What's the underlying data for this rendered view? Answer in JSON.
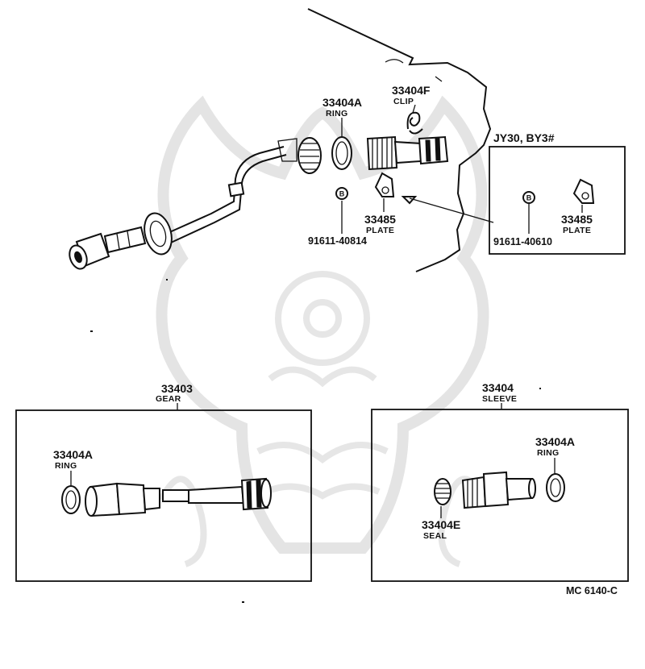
{
  "variant_box": {
    "title": "JY30, BY3#"
  },
  "parts": {
    "ring_top": {
      "number": "33404A",
      "name": "RING"
    },
    "clip": {
      "number": "33404F",
      "name": "CLIP"
    },
    "bolt_main": {
      "symbol": "B",
      "number": "91611-40814"
    },
    "plate_main": {
      "number": "33485",
      "name": "PLATE"
    },
    "bolt_variant": {
      "symbol": "B",
      "number": "91611-40610"
    },
    "plate_variant": {
      "number": "33485",
      "name": "PLATE"
    },
    "gear": {
      "number": "33403",
      "name": "GEAR"
    },
    "gear_ring": {
      "number": "33404A",
      "name": "RING"
    },
    "sleeve": {
      "number": "33404",
      "name": "SLEEVE"
    },
    "sleeve_ring": {
      "number": "33404A",
      "name": "RING"
    },
    "seal": {
      "number": "33404E",
      "name": "SEAL"
    }
  },
  "diagram_code": "MC 6140-C"
}
